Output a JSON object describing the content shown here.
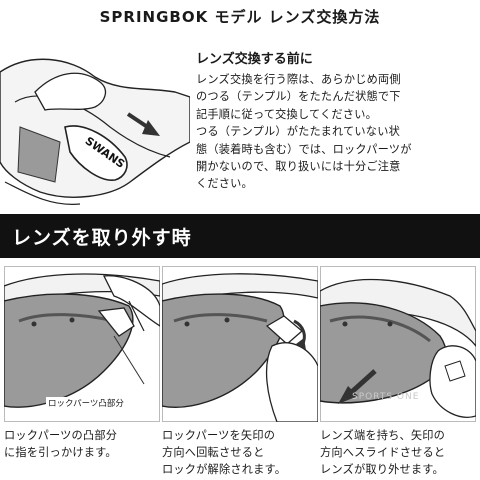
{
  "header": {
    "title": "SPRINGBOK モデル レンズ交換方法"
  },
  "intro": {
    "heading": "レンズ交換する前に",
    "body": "レンズ交換を行う際は、あらかじめ両側\nのつる（テンプル）をたたんだ状態で下\n記手順に従って交換してください。\nつる（テンプル）がたたまれていない状\n態（装着時も含む）では、ロックパーツが\n開かないので、取り扱いには十分ご注意\nください。",
    "brand_mark": "SWANS"
  },
  "section": {
    "title": "レンズを取り外す時"
  },
  "steps": [
    {
      "caption": "ロックパーツの凸部分\nに指を引っかけます。",
      "callout": "ロックパーツ凸部分"
    },
    {
      "caption": "ロックパーツを矢印の\n方向へ回転させると\nロックが解除されます。"
    },
    {
      "caption": "レンズ端を持ち、矢印の\n方向へスライドさせると\nレンズが取り外せます。"
    }
  ],
  "watermark": "SPORTS ONE",
  "colors": {
    "band": "#111111",
    "lens": "#9a9a9a",
    "ink": "#1a1a1a"
  }
}
